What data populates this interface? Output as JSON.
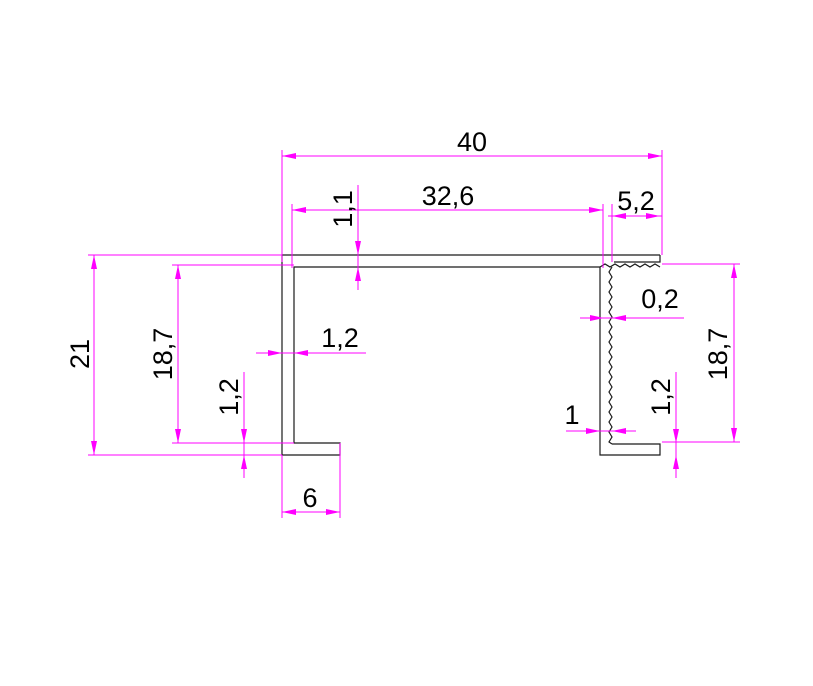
{
  "colors": {
    "profile": "#1a1a1a",
    "dimension": "#ff00ff",
    "text": "#000000",
    "background": "#ffffff"
  },
  "dimensions": {
    "overall_width": "40",
    "inner_width": "32,6",
    "top_thickness": "1,1",
    "right_flange_width": "5,2",
    "overall_height": "21",
    "left_inner_height": "18,7",
    "left_wall_thickness": "1,2",
    "left_base_thickness": "1,2",
    "left_lip_width": "6",
    "serration_depth": "0,2",
    "right_inner_height": "18,7",
    "right_lip_thickness": "1,2",
    "right_wall_thickness": "1"
  }
}
